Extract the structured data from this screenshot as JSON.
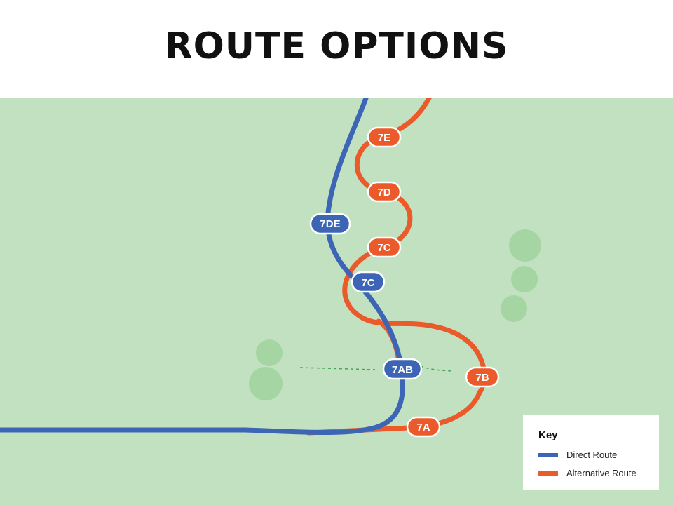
{
  "header": {
    "title": "ROUTE OPTIONS"
  },
  "colors": {
    "direct": "#3c66b5",
    "alternative": "#ea5a2a",
    "ground": "#c2e1c0",
    "tree": "#a4d5a3",
    "path": "#45a553"
  },
  "stops": {
    "direct": [
      "7DE",
      "7C",
      "7AB"
    ],
    "alternative": [
      "7E",
      "7D",
      "7C",
      "7B",
      "7A"
    ]
  },
  "legend": {
    "title": "Key",
    "items": [
      {
        "label": "Direct Route",
        "color": "#3c66b5"
      },
      {
        "label": "Alternative Route",
        "color": "#ea5a2a"
      }
    ]
  }
}
